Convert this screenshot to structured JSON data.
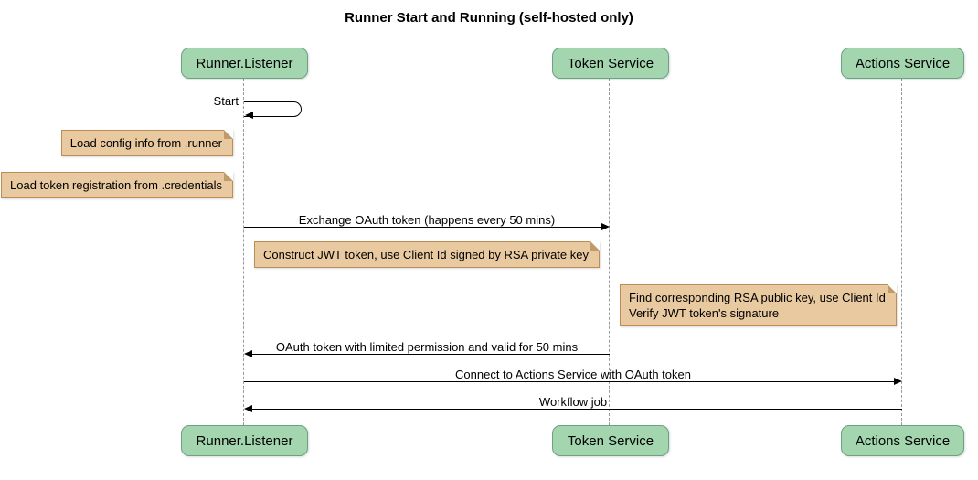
{
  "title": "Runner Start and Running (self-hosted only)",
  "participants": {
    "runner_listener": "Runner.Listener",
    "token_service": "Token Service",
    "actions_service": "Actions Service"
  },
  "messages": {
    "start": "Start",
    "exchange": "Exchange OAuth token (happens every 50 mins)",
    "oauth_return": "OAuth token with limited permission and valid for 50 mins",
    "connect": "Connect to Actions Service with OAuth token",
    "workflow": "Workflow job"
  },
  "notes": {
    "load_config": "Load config info from .runner",
    "load_token": "Load token registration from .credentials",
    "construct_jwt": "Construct JWT token, use Client Id signed by RSA private key",
    "verify_line1": "Find corresponding RSA public key, use Client Id",
    "verify_line2": "Verify JWT token's signature"
  },
  "colors": {
    "participant_fill": "#A3D6AE",
    "participant_border": "#6CA183",
    "note_fill": "#E8C9A0",
    "note_border": "#BB8E55",
    "note_fold": "#C09A68",
    "lifeline_color": "#999999",
    "arrow_color": "#000000"
  }
}
